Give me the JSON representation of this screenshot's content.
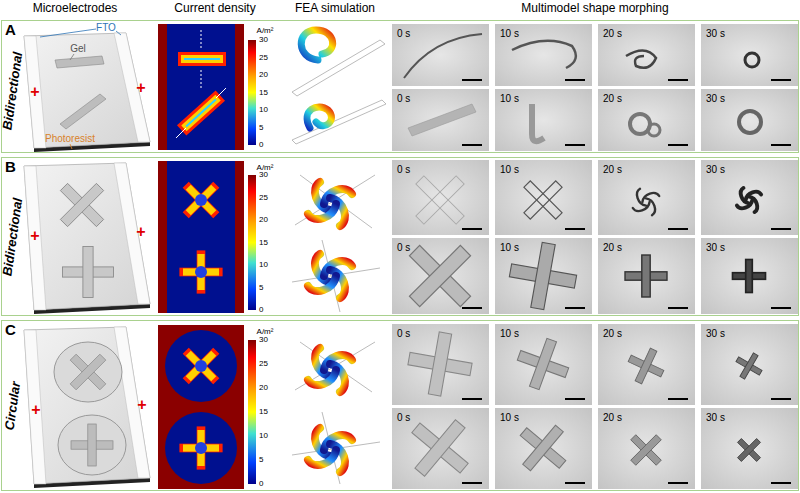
{
  "diagram": {
    "nodes": [
      {
        "text": [
          "A",
          "Bidirectional"
        ]
      },
      {
        "text": [
          "B",
          "Bidirectional"
        ]
      },
      {
        "text": [
          "C",
          "Circular"
        ]
      }
    ],
    "labels": [
      "Microelectrodes",
      "Current density",
      "FEA simulation",
      "Multimodel shape morphing",
      "FTO",
      "Gel",
      "Photoresist",
      "+",
      "+",
      "A/m²",
      "30",
      "25",
      "20",
      "15",
      "10",
      "5",
      "0",
      "0 s",
      "10 s",
      "20 s",
      "30 s",
      "0 s",
      "10 s",
      "20 s",
      "30 s",
      "+",
      "+",
      "A/m²",
      "30",
      "25",
      "20",
      "15",
      "10",
      "5",
      "0",
      "0 s",
      "10 s",
      "20 s",
      "30 s",
      "0 s",
      "10 s",
      "20 s",
      "30 s",
      "+",
      "+",
      "A/m²",
      "30",
      "25",
      "20",
      "15",
      "10",
      "5",
      "0",
      "0 s",
      "10 s",
      "20 s",
      "30 s",
      "0 s",
      "10 s",
      "20 s",
      "30 s"
    ]
  }
}
